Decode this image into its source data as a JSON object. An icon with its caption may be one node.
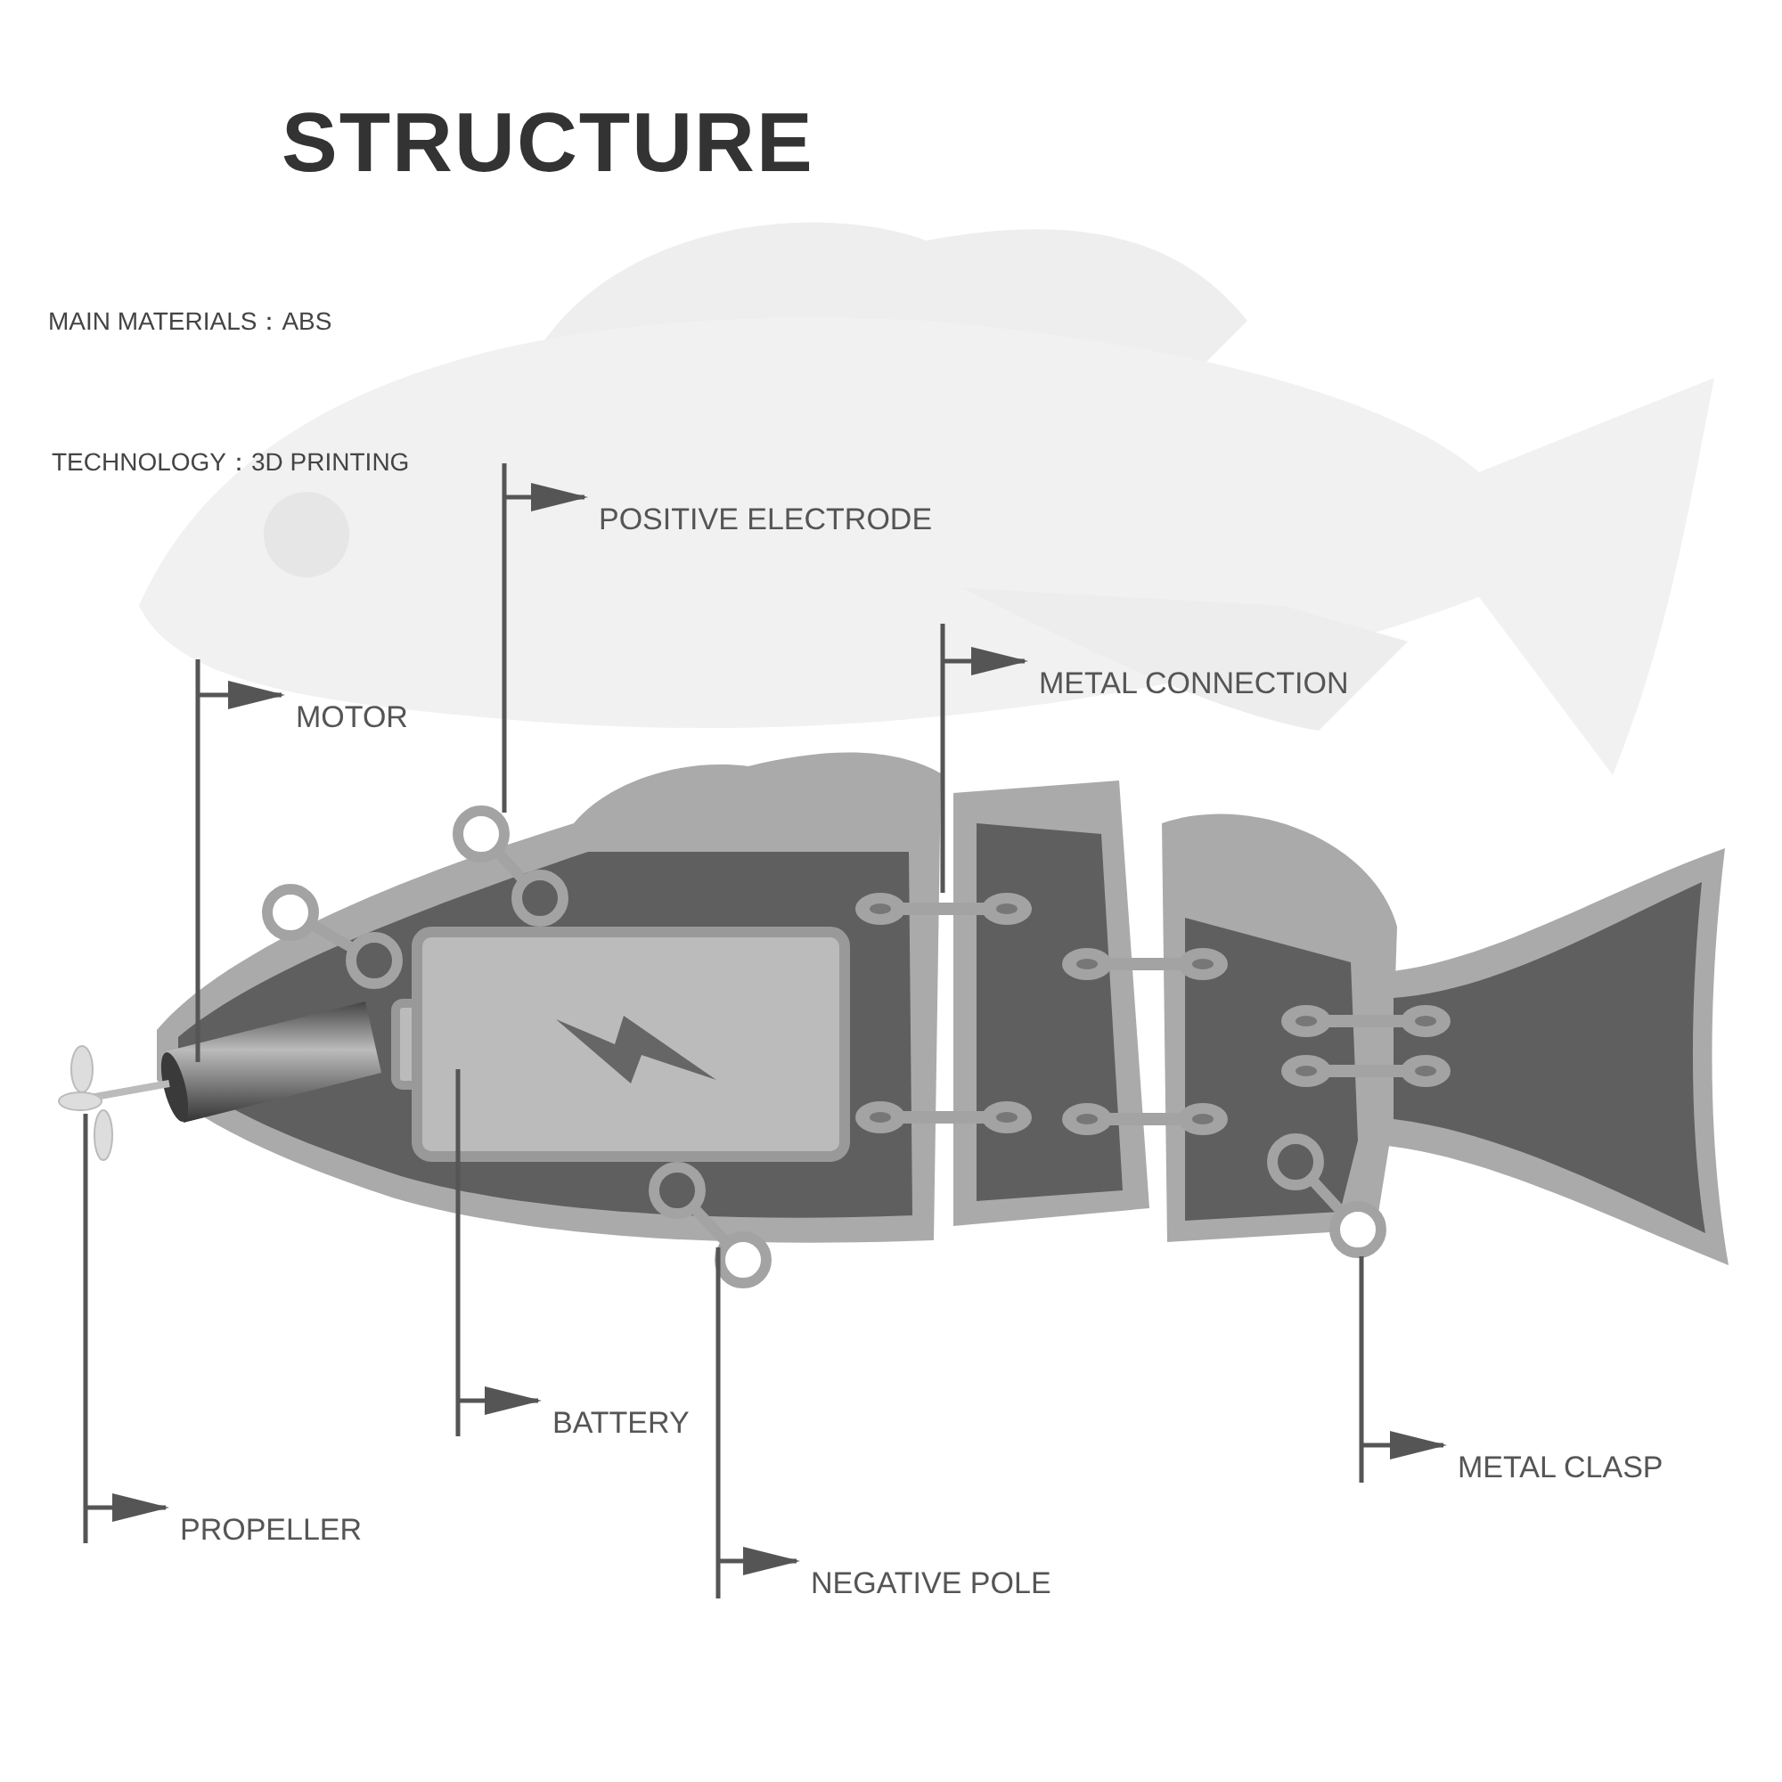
{
  "diagram": {
    "title": "STRUCTURE",
    "nodes": [
      {
        "text": [
          "POSITIVE ELECTRODE"
        ]
      },
      {
        "text": [
          "METAL CONNECTION"
        ]
      },
      {
        "text": [
          "MOTOR"
        ]
      },
      {
        "text": [
          "BATTERY"
        ]
      },
      {
        "text": [
          "METAL CLASP"
        ]
      },
      {
        "text": [
          "PROPELLER"
        ]
      },
      {
        "text": [
          "NEGATIVE POLE"
        ]
      },
      {
        "text": [],
        "shape": "circle"
      },
      {
        "text": [],
        "shape": "bar"
      },
      {
        "text": [],
        "shape": "cylinder"
      },
      {
        "text": [],
        "shape": "box"
      },
      {
        "text": [],
        "shape": "circle"
      },
      {
        "text": [],
        "shape": "picture"
      },
      {
        "text": [],
        "shape": "circle"
      },
      {
        "text": [],
        "shape": "circle"
      },
      {
        "text": [],
        "shape": "bar"
      },
      {
        "text": [],
        "shape": "bar"
      },
      {
        "text": [],
        "shape": "bar"
      },
      {
        "text": [],
        "shape": "bar"
      },
      {
        "text": [],
        "shape": "bar"
      }
    ],
    "edges": [
      {
        "from": 7,
        "to": 0,
        "arrow": "to"
      },
      {
        "from": 8,
        "to": 1,
        "arrow": "to"
      },
      {
        "from": 9,
        "to": 2,
        "arrow": "to"
      },
      {
        "from": 10,
        "to": 3,
        "arrow": "to"
      },
      {
        "from": 11,
        "to": 4,
        "arrow": "to"
      },
      {
        "from": 12,
        "to": 5,
        "arrow": "to"
      },
      {
        "from": 13,
        "to": 6,
        "arrow": "to"
      }
    ],
    "labels": [
      "MAIN MATERIALS：ABS",
      "TECHNOLOGY：3D PRINTING"
    ]
  }
}
